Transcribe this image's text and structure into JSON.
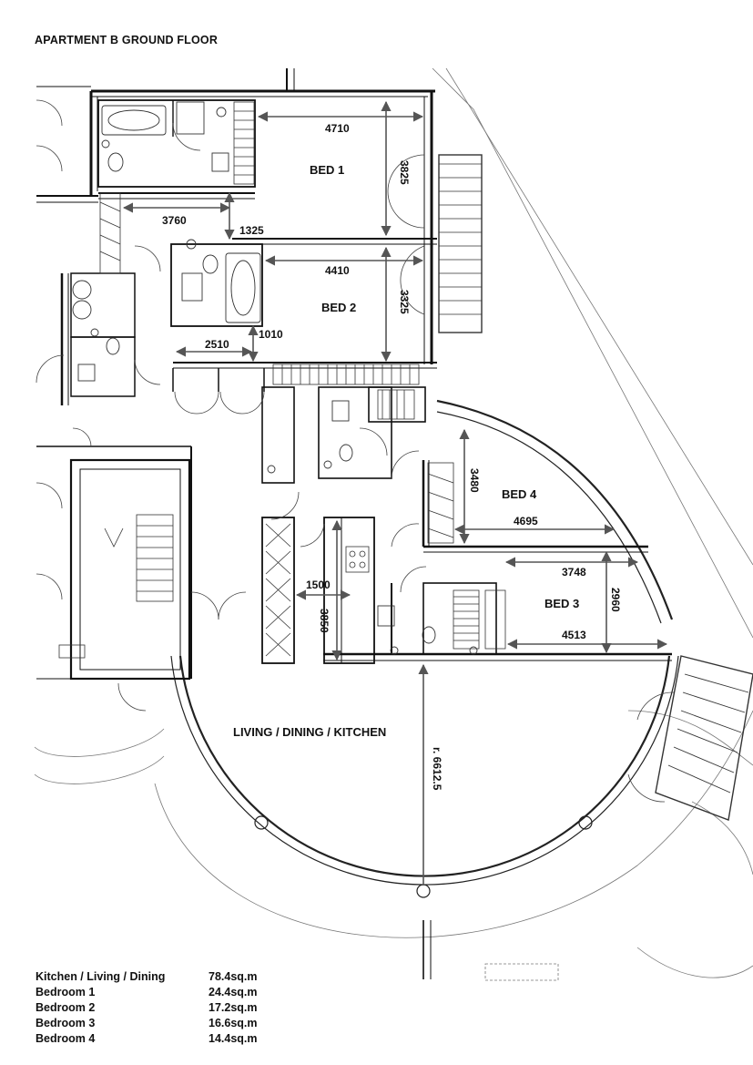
{
  "title": "APARTMENT B GROUND FLOOR",
  "rooms": {
    "bed1": "BED 1",
    "bed2": "BED 2",
    "bed3": "BED 3",
    "bed4": "BED 4",
    "living": "LIVING / DINING / KITCHEN"
  },
  "dimensions": {
    "d4710": "4710",
    "d3825": "3825",
    "d3760": "3760",
    "d1325": "1325",
    "d4410": "4410",
    "d3325": "3325",
    "d2510": "2510",
    "d1010": "1010",
    "d3480": "3480",
    "d4695": "4695",
    "d3748": "3748",
    "d2960": "2960",
    "d4513": "4513",
    "d1500": "1500",
    "d3850": "3850",
    "radius": "r. 6612.5"
  },
  "schedule": [
    {
      "room": "Kitchen / Living / Dining",
      "area": "78.4sq.m"
    },
    {
      "room": "Bedroom 1",
      "area": "24.4sq.m"
    },
    {
      "room": "Bedroom 2",
      "area": "17.2sq.m"
    },
    {
      "room": "Bedroom 3",
      "area": "16.6sq.m"
    },
    {
      "room": "Bedroom 4",
      "area": "14.4sq.m"
    }
  ]
}
